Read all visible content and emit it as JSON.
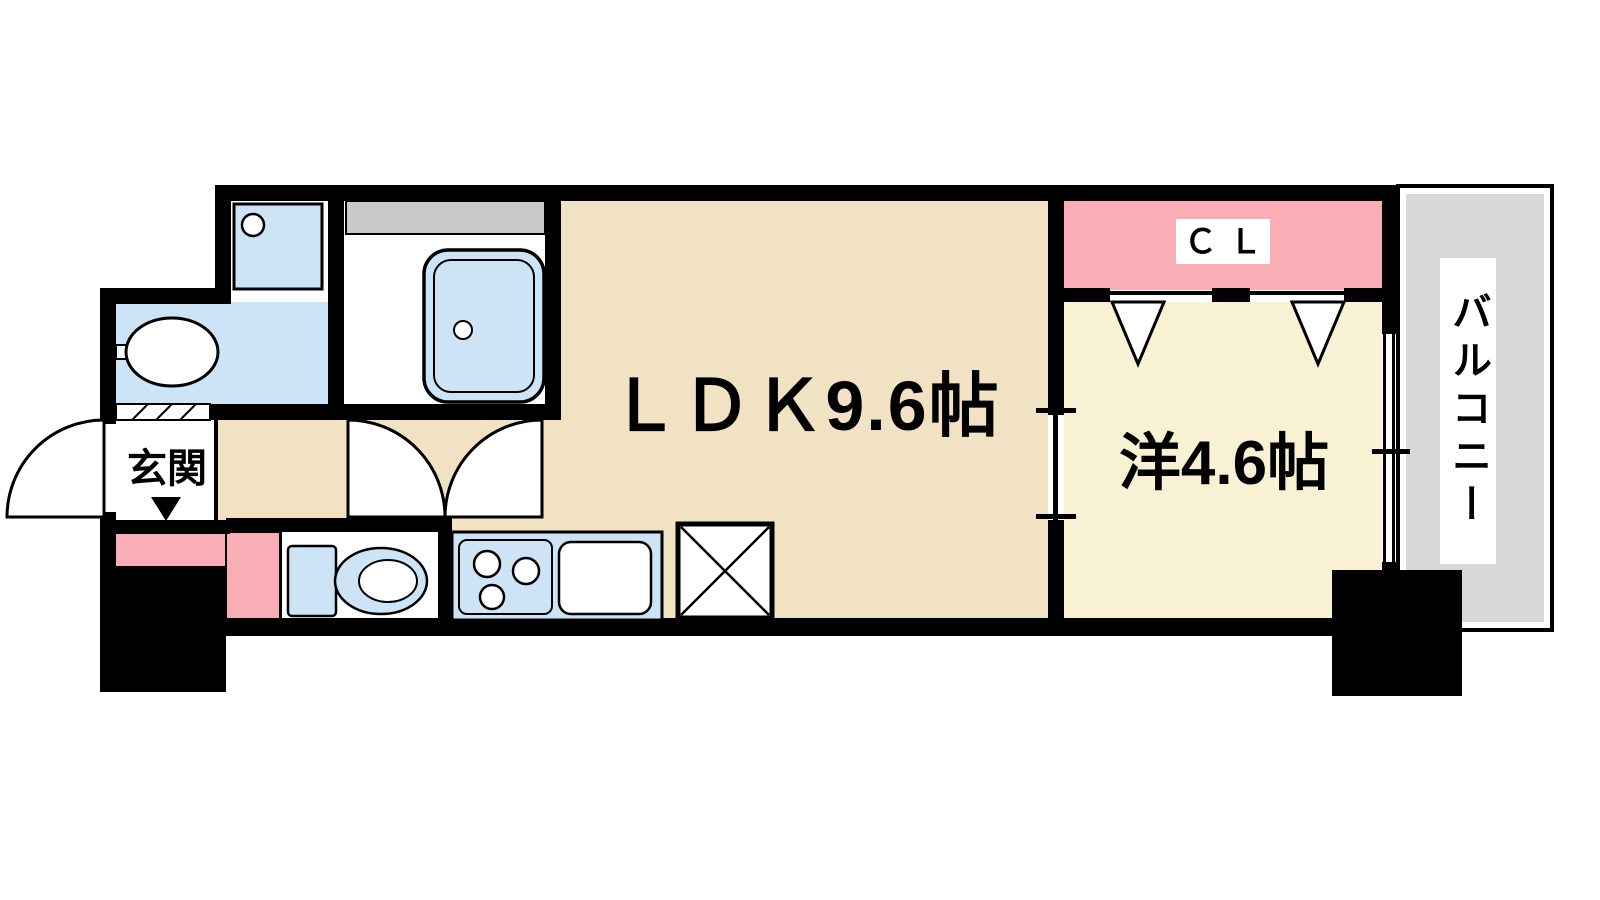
{
  "plan": {
    "labels": {
      "ldk": "ＬＤＫ9.6帖",
      "western_room": "洋4.6帖",
      "closet": "ＣＬ",
      "balcony": "バルコニー",
      "entrance": "玄関"
    },
    "colors": {
      "wall": "#000000",
      "ldk_floor": "#f1e2c4",
      "western_floor": "#f8f1d3",
      "closet_pink": "#f9aeb5",
      "balcony_gray": "#d8d8d8",
      "counter_gray": "#c9c9c9",
      "fixture_blue": "#cde4f6",
      "floor_white": "#ffffff"
    }
  }
}
